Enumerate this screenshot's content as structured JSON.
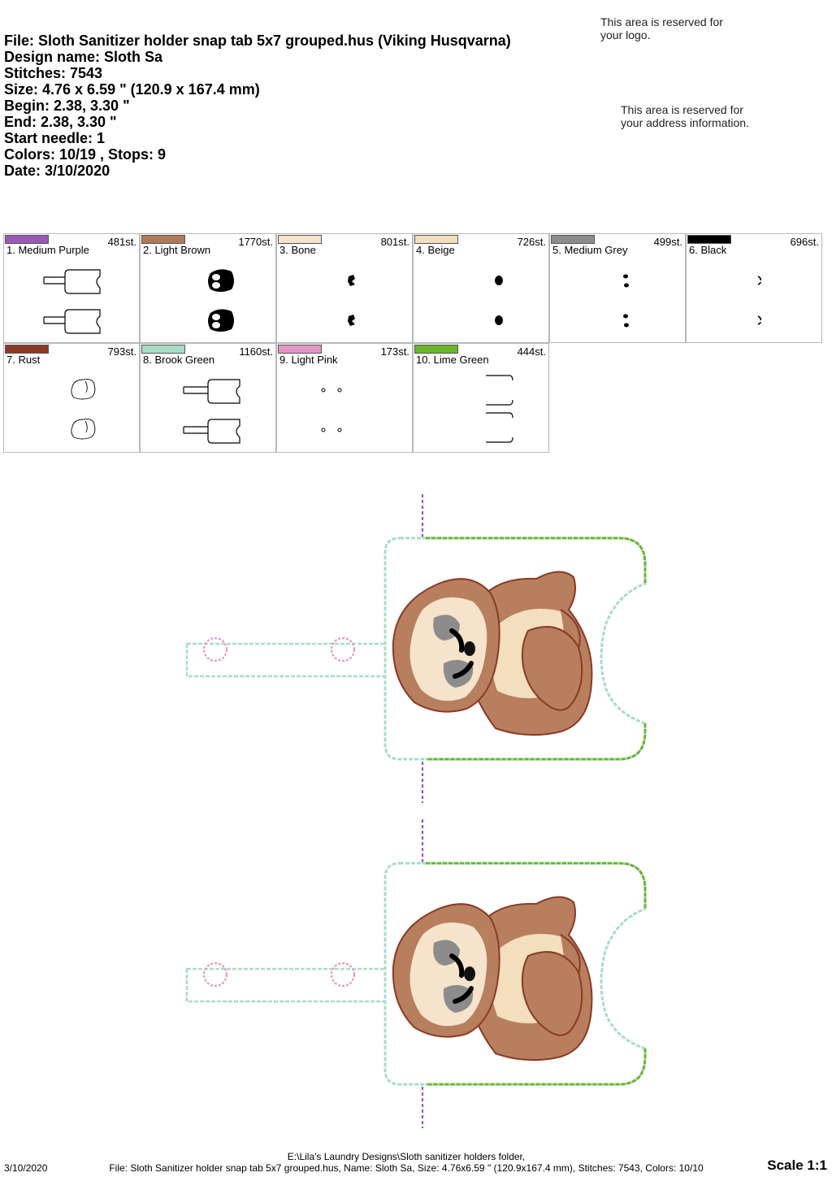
{
  "header": {
    "file": "File: Sloth Sanitizer holder snap tab 5x7 grouped.hus  (Viking Husqvarna)",
    "design_name": "Design name: Sloth Sa",
    "stitches": "Stitches: 7543",
    "size": "Size: 4.76 x 6.59 \" (120.9 x 167.4 mm)",
    "begin": "Begin: 2.38, 3.30 \"",
    "end": "End: 2.38, 3.30 \"",
    "start_needle": "Start needle: 1",
    "colors": "Colors: 10/19 , Stops: 9",
    "date": "Date: 3/10/2020"
  },
  "reserved_logo": [
    "This area is reserved for",
    "your logo."
  ],
  "reserved_address": [
    "This area is reserved for",
    "your address information."
  ],
  "colors": [
    {
      "label": "1. Medium Purple",
      "stitches": "481st.",
      "color": "#9b59b6"
    },
    {
      "label": "2. Light Brown",
      "stitches": "1770st.",
      "color": "#b07a5a"
    },
    {
      "label": "3. Bone",
      "stitches": "801st.",
      "color": "#f6e3cc"
    },
    {
      "label": "4. Beige",
      "stitches": "726st.",
      "color": "#f3dfbd"
    },
    {
      "label": "5. Medium Grey",
      "stitches": "499st.",
      "color": "#8c8c8c"
    },
    {
      "label": "6. Black",
      "stitches": "696st.",
      "color": "#000000"
    },
    {
      "label": "7. Rust",
      "stitches": "793st.",
      "color": "#8b3a26"
    },
    {
      "label": "8. Brook Green",
      "stitches": "1160st.",
      "color": "#a9dcc8"
    },
    {
      "label": "9. Light Pink",
      "stitches": "173st.",
      "color": "#e497c6"
    },
    {
      "label": "10. Lime Green",
      "stitches": "444st.",
      "color": "#6cb42c"
    }
  ],
  "footer": {
    "date": "3/10/2020",
    "line1": "E:\\Lila's Laundry Designs\\Sloth sanitizer holders folder,",
    "line2": "File: Sloth Sanitizer holder snap tab 5x7 grouped.hus, Name: Sloth Sa, Size: 4.76x6.59 \" (120.9x167.4 mm), Stitches: 7543, Colors: 10/10",
    "scale": "Scale 1:1"
  },
  "icons": {
    "thumbnails": "design-piece-outline-icon",
    "preview": "sloth-embroidery-preview"
  }
}
